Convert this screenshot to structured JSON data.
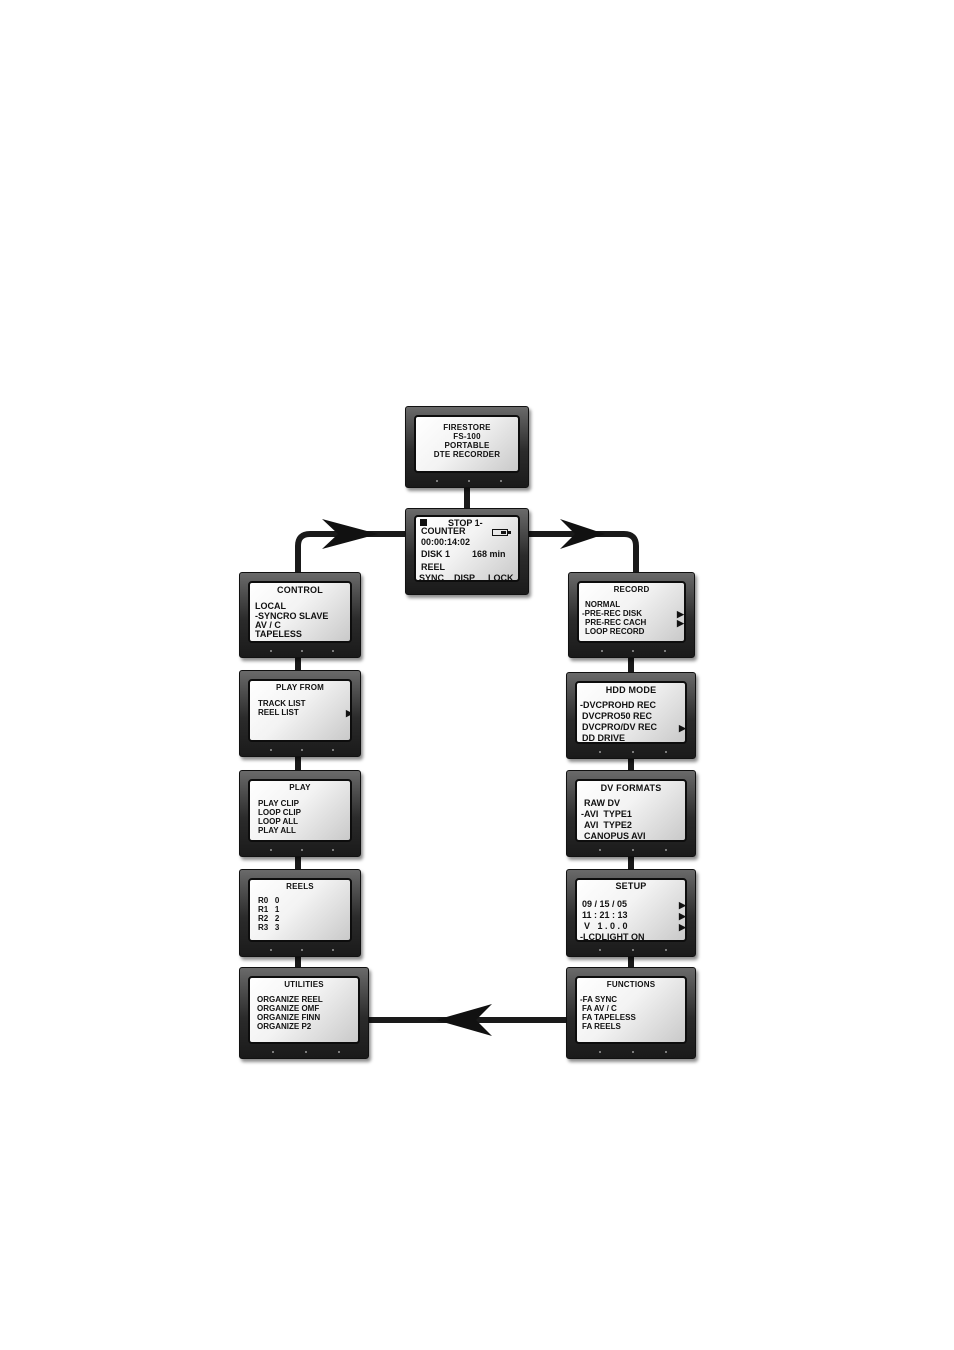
{
  "main_screen": {
    "stop_label": "STOP 1-",
    "counter_label": "COUNTER",
    "timecode": "00:00:14:02",
    "disk_label": "DISK 1",
    "remaining": "168 min",
    "reel_label": "REEL",
    "softkeys": [
      "SYNC",
      "DISP",
      "LOCK"
    ]
  },
  "boot_screen": {
    "lines": [
      "FIRESTORE",
      "FS-100",
      "PORTABLE",
      "DTE RECORDER"
    ]
  },
  "menus": {
    "control": {
      "title": "CONTROL",
      "items": [
        "LOCAL",
        "-SYNCRO SLAVE",
        "AV / C",
        "TAPELESS"
      ]
    },
    "play_from": {
      "title": "PLAY FROM",
      "items": [
        "TRACK LIST",
        "REEL LIST"
      ]
    },
    "play": {
      "title": "PLAY",
      "items": [
        "PLAY CLIP",
        "LOOP CLIP",
        "LOOP ALL",
        "PLAY ALL"
      ]
    },
    "reels": {
      "title": "REELS",
      "items": [
        "R0   0",
        "R1   1",
        "R2   2",
        "R3   3"
      ]
    },
    "utilities": {
      "title": "UTILITIES",
      "items": [
        "ORGANIZE REEL",
        "ORGANIZE OMF",
        "ORGANIZE FINN",
        "ORGANIZE P2"
      ]
    },
    "record": {
      "title": "RECORD",
      "items": [
        "NORMAL",
        "-PRE-REC DISK",
        "PRE-REC CACH",
        "LOOP RECORD"
      ]
    },
    "hdd_mode": {
      "title": "HDD MODE",
      "items": [
        "-DVCPROHD REC",
        "DVCPRO50 REC",
        "DVCPRO/DV REC",
        "DD DRIVE"
      ]
    },
    "dv_formats": {
      "title": "DV FORMATS",
      "items": [
        "RAW DV",
        "-AVI  TYPE1",
        "AVI  TYPE2",
        "CANOPUS AVI"
      ]
    },
    "setup": {
      "title": "SETUP",
      "items": [
        "09 / 15 / 05",
        "11 : 21 : 13",
        "V   1 . 0 . 0",
        "-LCDLIGHT ON"
      ]
    },
    "functions": {
      "title": "FUNCTIONS",
      "items": [
        "-FA SYNC",
        "FA AV / C",
        "FA TAPELESS",
        "FA REELS"
      ]
    }
  },
  "icons": {
    "submenu": "right-triangle-icon",
    "stop": "stop-square-icon",
    "battery": "battery-icon"
  }
}
